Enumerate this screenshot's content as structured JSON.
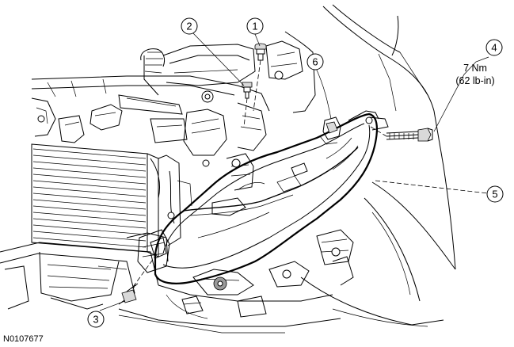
{
  "figure_id": "N0107677",
  "callouts": [
    {
      "id": "1",
      "label": "1"
    },
    {
      "id": "2",
      "label": "2"
    },
    {
      "id": "3",
      "label": "3"
    },
    {
      "id": "4",
      "label": "4"
    },
    {
      "id": "5",
      "label": "5"
    },
    {
      "id": "6",
      "label": "6"
    }
  ],
  "torque": {
    "line1": "7 Nm",
    "line2": "(62 lb-in)"
  }
}
